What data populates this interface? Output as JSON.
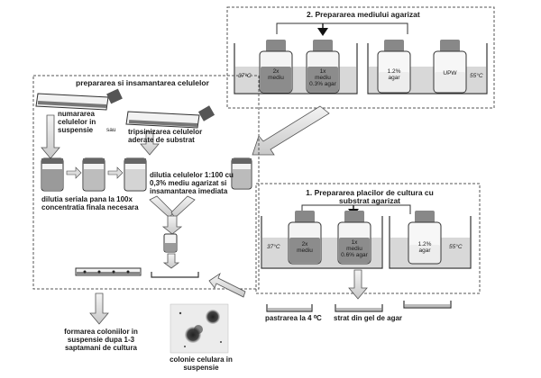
{
  "section_agar_medium": {
    "title": "2. Prepararea mediului agarizat",
    "temp_left": "37°C",
    "temp_right": "55°C",
    "bottles": [
      "2x\nmediu",
      "1x\nmediu\n0.3% agar",
      "1.2%\nagar",
      "UPW"
    ]
  },
  "section_cells": {
    "title": "prepararea si insamantarea celulelor",
    "counting": "numararea\ncelulelor in\nsuspensie",
    "or": "sau",
    "trypsin": "tripsinizarea celulelor\naderate de substrat",
    "serial_dilution": "dilutia seriala pana la 100x\nconcentratia finala necesara",
    "dilution_agar": "dilutia celulelor 1:100 cu\n0,3% mediu agarizat si\ninsamantarea imediata"
  },
  "section_plates": {
    "title": "1. Prepararea placilor de cultura cu\nsubstrat agarizat",
    "temp_left": "37°C",
    "temp_right": "55°C",
    "bottles": [
      "2x\nmediu",
      "1x\nmediu\n0.6% agar",
      "1.2%\nagar"
    ],
    "storage": "pastrarea la 4 ⁰C",
    "gel_layer": "strat din gel de agar"
  },
  "results": {
    "colony_formation": "formarea coloniilor in\nsuspensie dupa 1-3\nsaptamani de cultura",
    "colonies": "colonie celulara in\nsuspensie"
  }
}
